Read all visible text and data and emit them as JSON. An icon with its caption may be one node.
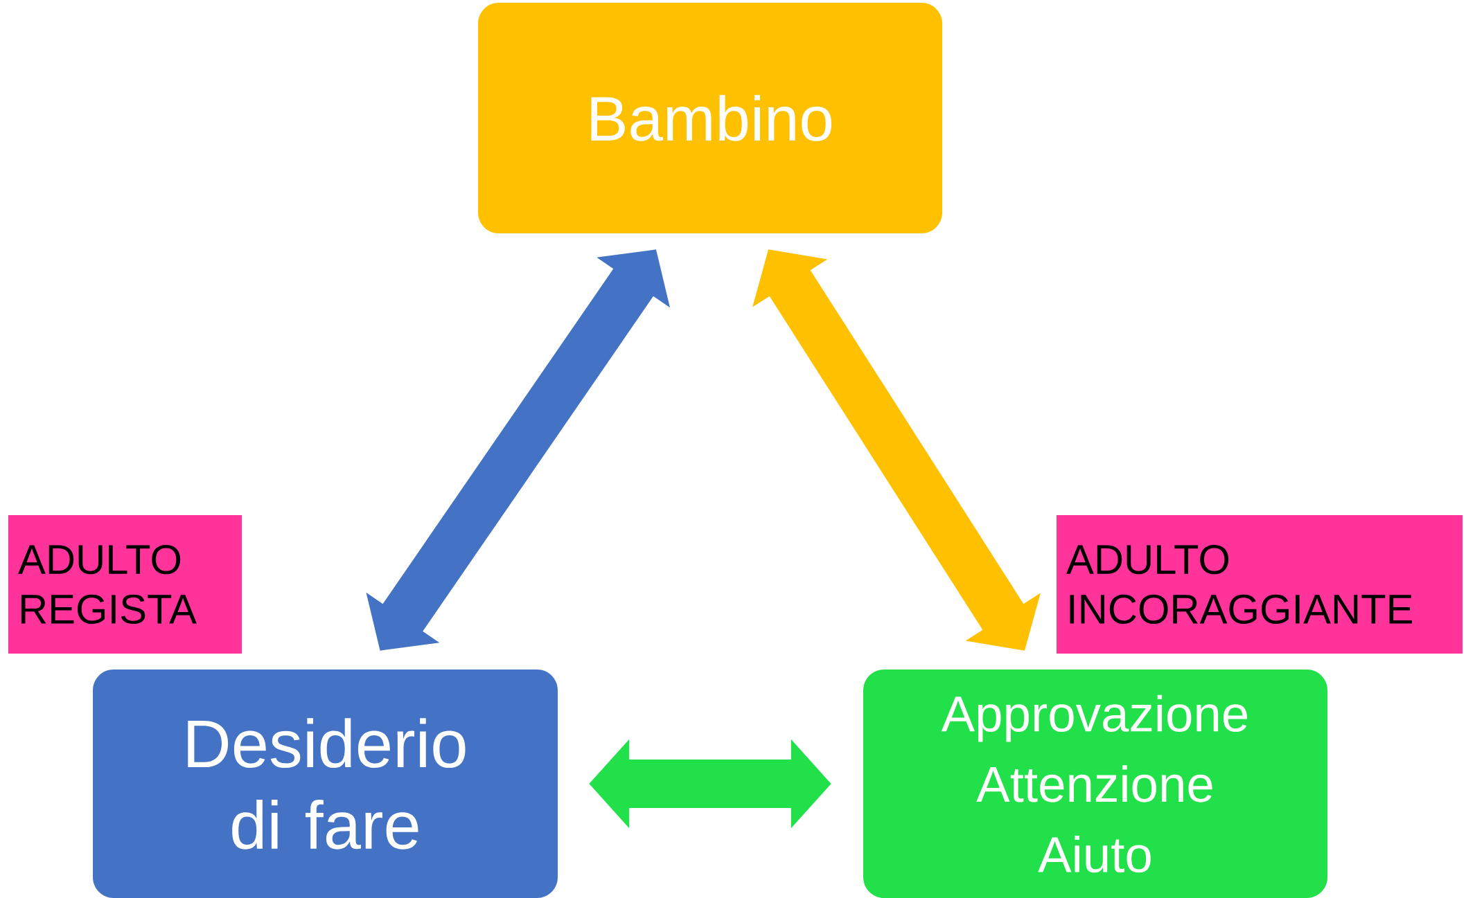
{
  "diagram": {
    "nodes": [
      {
        "text": [
          "Bambino"
        ]
      },
      {
        "text": [
          "Desiderio di fare"
        ]
      },
      {
        "text": [
          "Approvazione",
          "Attenzione",
          "Aiuto"
        ]
      },
      {
        "text": [
          "ADULTO REGISTA"
        ]
      },
      {
        "text": [
          "ADULTO INCORAGGIANTE"
        ]
      }
    ],
    "edges": [
      {
        "from": 0,
        "to": 1,
        "arrow": "both",
        "color": "#4472c4"
      },
      {
        "from": 0,
        "to": 2,
        "arrow": "both",
        "color": "#ffc000"
      },
      {
        "from": 1,
        "to": 2,
        "arrow": "both",
        "color": "#22e04a"
      }
    ]
  }
}
